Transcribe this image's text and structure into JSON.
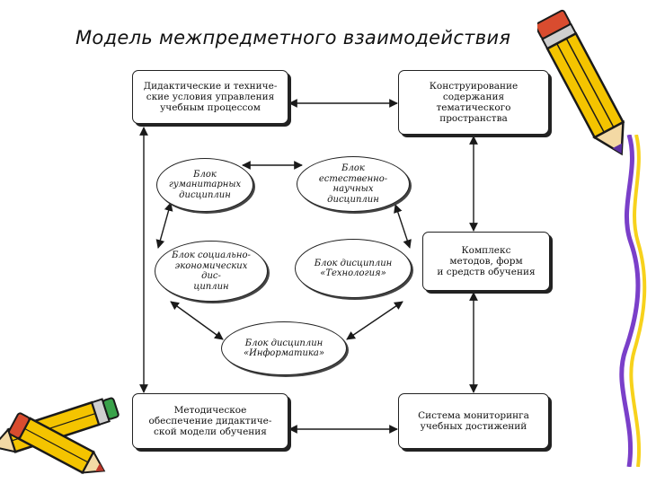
{
  "title": "Модель межпредметного взаимодействия",
  "boxes": {
    "didactic": "Дидактические и техниче-\nские условия управления\nучебным процессом",
    "design": "Конструирование\nсодержания тематического\nпространства",
    "complex": "Комплекс\nметодов, форм\nи средств обучения",
    "methodical": "Методическое\nобеспечение дидактиче-\nской модели обучения",
    "monitoring": "Система мониторинга\nучебных достижений"
  },
  "blocks": {
    "humanitarian": "Блок\nгуманитарных\nдисциплин",
    "science": "Блок\nестественно-\nнаучных дисциплин",
    "socio": "Блок социально-\nэкономических дис-\nциплин",
    "technology": "Блок дисциплин\n«Технология»",
    "informatics": "Блок дисциплин\n«Информатика»"
  },
  "colors": {
    "pencil_body": "#f4c400",
    "pencil_outline": "#1a1a1a",
    "border_accent": "#7a3fc9",
    "border_yellow": "#f7d21c"
  },
  "icons": [
    "pencil-icon",
    "pencil-icon",
    "pencil-icon",
    "decorative-border"
  ]
}
